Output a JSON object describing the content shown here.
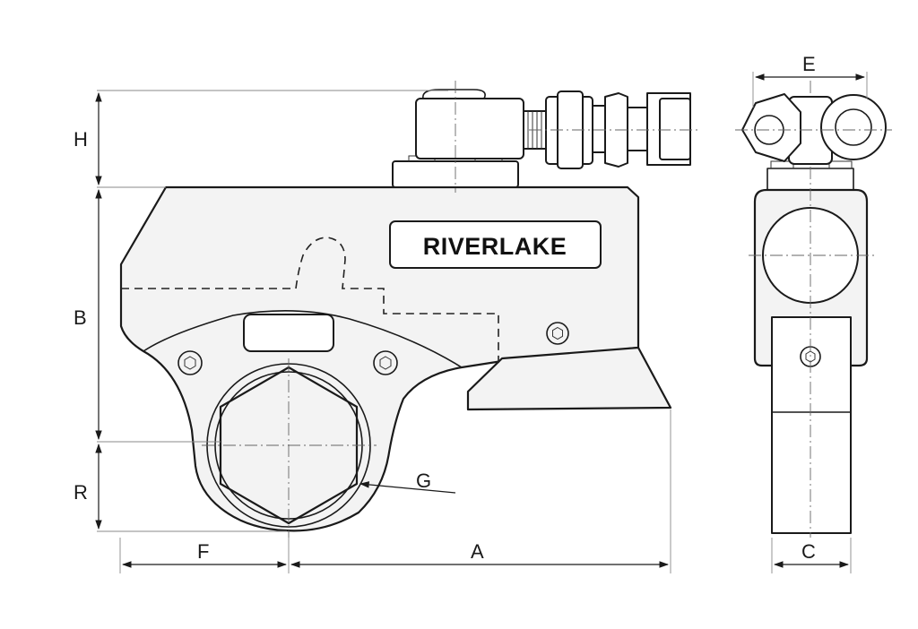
{
  "brand": {
    "name": "RIVERLAKE"
  },
  "dimensions": {
    "H": "H",
    "B": "B",
    "R": "R",
    "F": "F",
    "A": "A",
    "C": "C",
    "E": "E",
    "G": "G"
  }
}
